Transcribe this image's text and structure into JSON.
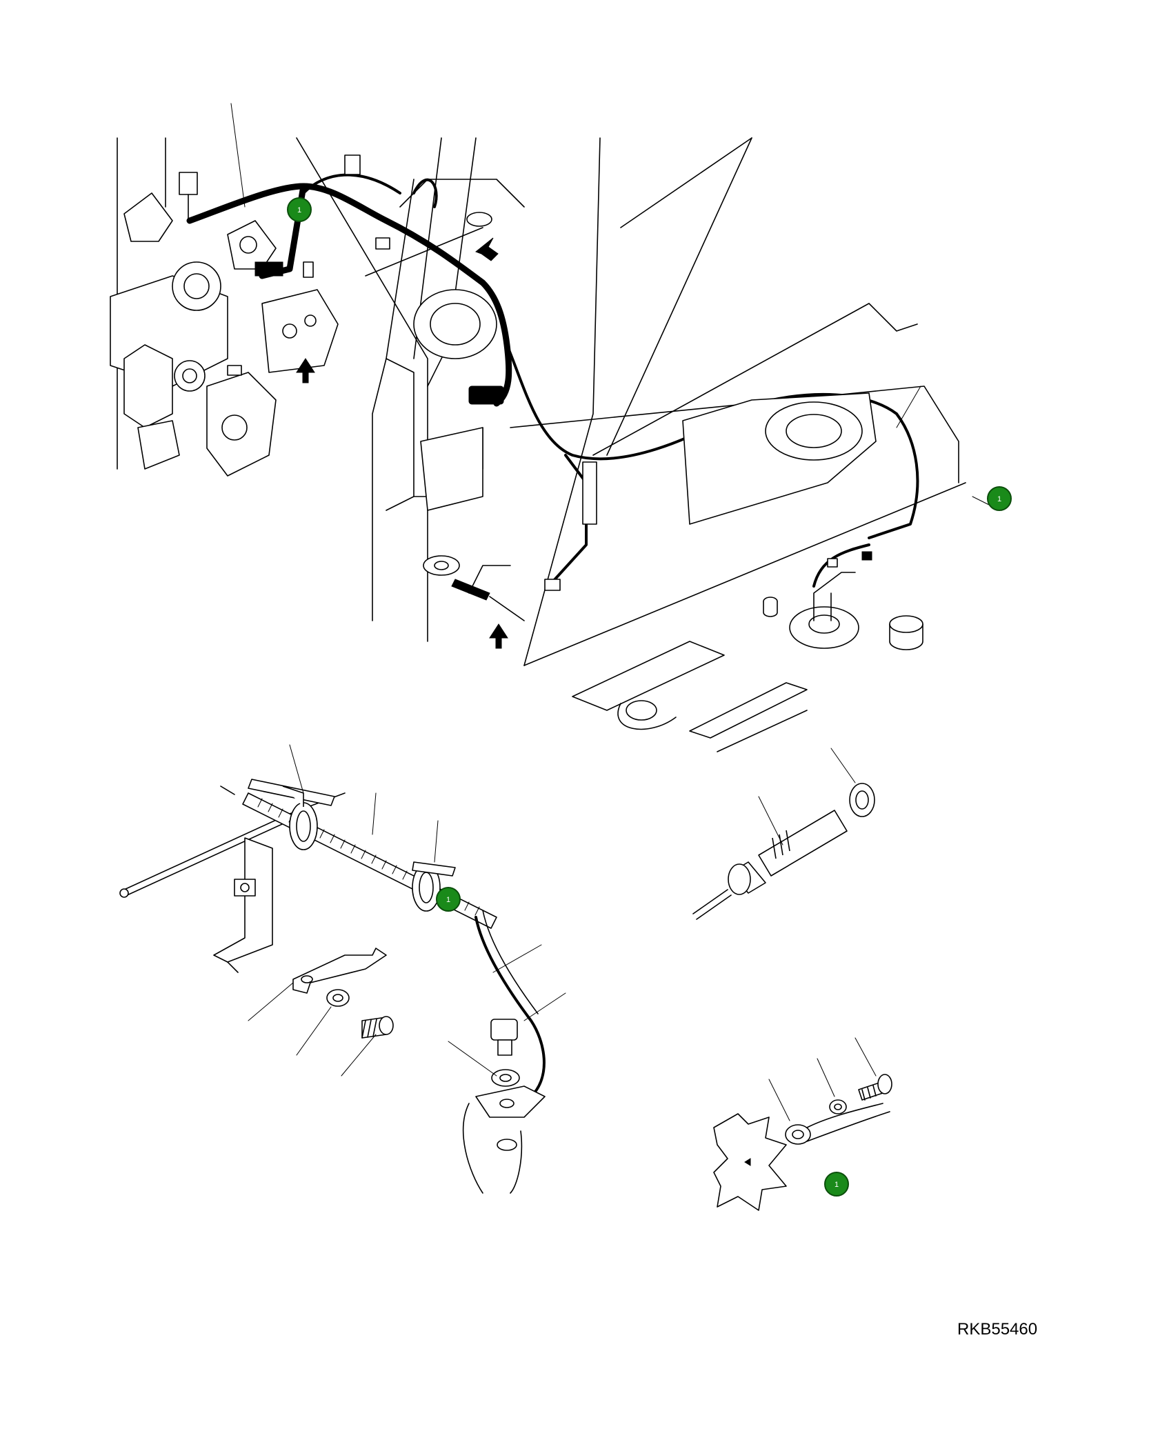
{
  "figure": {
    "id": "RKB55460"
  },
  "callouts": [
    {
      "label": "1",
      "color": "#1a8a1a"
    },
    {
      "label": "1",
      "color": "#1a8a1a"
    },
    {
      "label": "1",
      "color": "#1a8a1a"
    },
    {
      "label": "1",
      "color": "#1a8a1a"
    }
  ],
  "icons": [
    "arrow-icon"
  ]
}
